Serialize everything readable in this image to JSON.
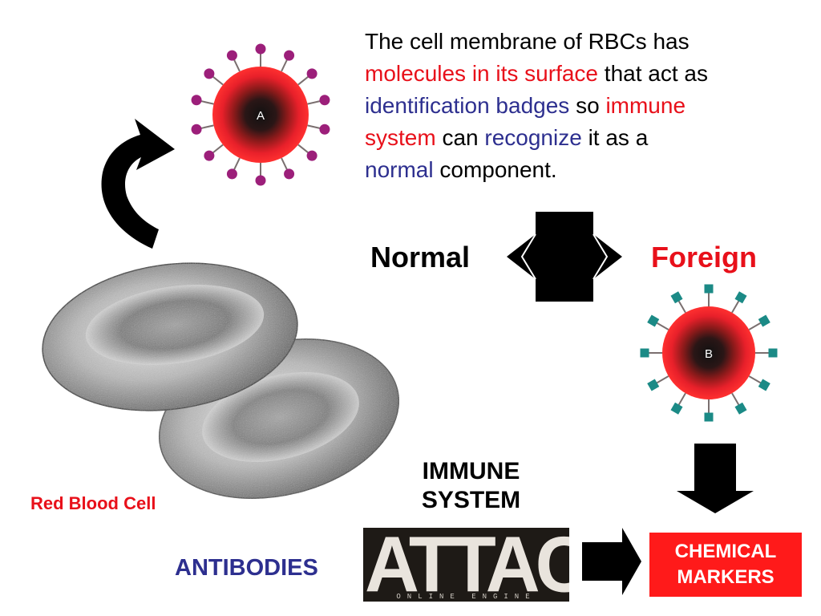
{
  "description": {
    "line1": "The cell membrane of RBCs has",
    "line2_red": "molecules in its surface",
    "line2_black": " that act as",
    "line3_blue": "identification badges",
    "line3_black": " so ",
    "line3_red": "immune",
    "line4_red": "system",
    "line4_black1": " can ",
    "line4_blue": "recognize",
    "line4_black2": " it as a",
    "line5_blue": "normal",
    "line5_black": " component."
  },
  "labels": {
    "normal": "Normal",
    "foreign": "Foreign",
    "red_blood_cell": "Red Blood Cell",
    "immune_line1": "IMMUNE",
    "immune_line2": "SYSTEM",
    "antibodies": "ANTIBODIES",
    "markers_line1": "CHEMICAL",
    "markers_line2": "MARKERS",
    "attack": "ATTACK!",
    "attack_sub": "ONLINE ENGINE"
  },
  "cells": {
    "cell_a_letter": "A",
    "cell_b_letter": "B"
  },
  "colors": {
    "red": "#e8101a",
    "navy": "#2d2f8f",
    "antigen_a": "#9c1f7a",
    "antigen_b": "#1b8a86",
    "marker_box": "#ff1a1a"
  }
}
